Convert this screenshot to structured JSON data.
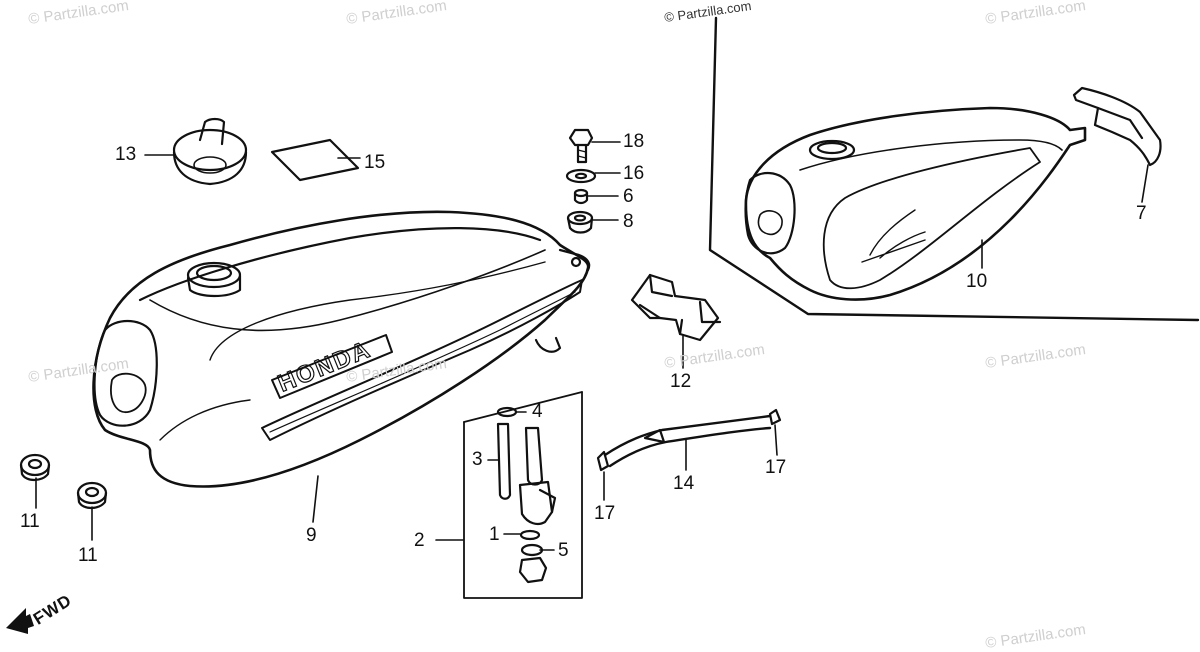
{
  "watermarks": [
    "© Partzilla.com",
    "© Partzilla.com",
    "© Partzilla.com",
    "© Partzilla.com",
    "© Partzilla.com",
    "© Partzilla.com",
    "© Partzilla.com",
    "© Partzilla.com",
    "© Partzilla.com"
  ],
  "direction_marker": "FWD",
  "tank_emblem_text": "HONDA",
  "callouts": {
    "c1": "1",
    "c2": "2",
    "c3": "3",
    "c4": "4",
    "c5": "5",
    "c6": "6",
    "c7": "7",
    "c8": "8",
    "c9": "9",
    "c10": "10",
    "c11a": "11",
    "c11b": "11",
    "c12": "12",
    "c13": "13",
    "c14": "14",
    "c15": "15",
    "c16": "16",
    "c17a": "17",
    "c17b": "17",
    "c18": "18"
  },
  "colors": {
    "ink": "#111111",
    "watermark": "#cfcfcf",
    "background": "#ffffff"
  }
}
